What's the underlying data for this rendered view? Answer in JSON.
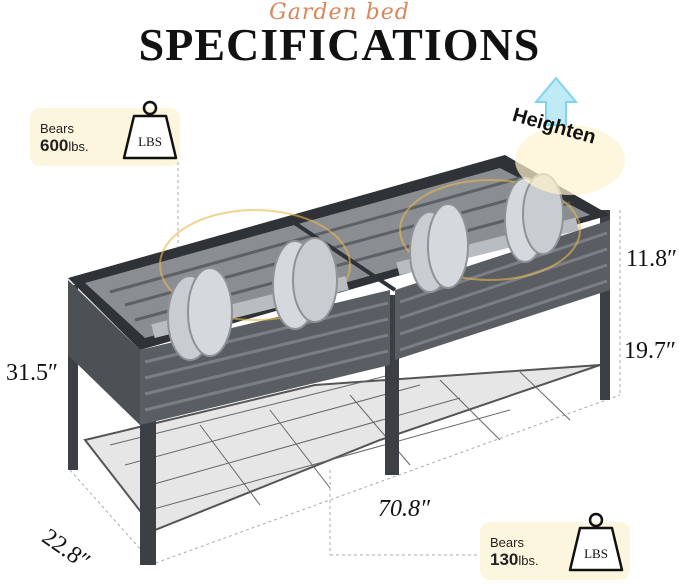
{
  "header": {
    "script_title": "Garden bed",
    "title": "SPECIFICATIONS"
  },
  "badges": {
    "top": {
      "label": "Bears",
      "value": "600",
      "unit": "lbs.",
      "weight_icon_text": "LBS"
    },
    "bottom": {
      "label": "Bears",
      "value": "130",
      "unit": "lbs.",
      "weight_icon_text": "LBS"
    }
  },
  "heighten_label": "Heighten",
  "dimensions": {
    "height_total": "31.5″",
    "height_bed": "11.8″",
    "height_legs": "19.7″",
    "length": "70.8″",
    "width": "22.8″"
  },
  "colors": {
    "script_accent": "#d9875a",
    "badge_bg": "#fdf6df",
    "arrow": "#7fd3ee",
    "metal": "#4a4d52"
  }
}
